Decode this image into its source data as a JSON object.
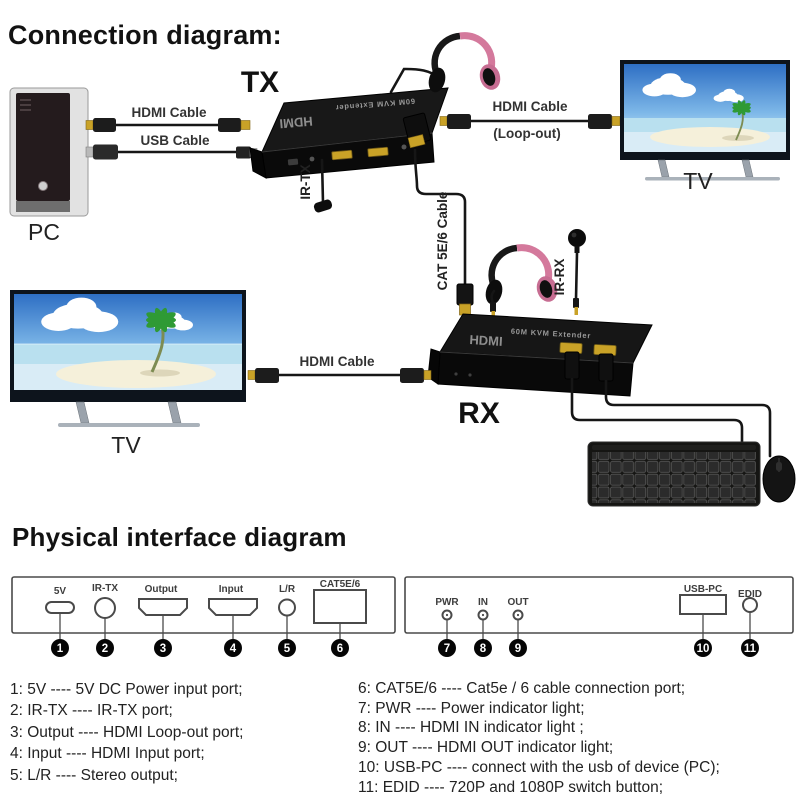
{
  "titles": {
    "connection": "Connection diagram:",
    "physical": "Physical interface diagram"
  },
  "connection": {
    "tx_label": "TX",
    "rx_label": "RX",
    "pc_label": "PC",
    "tv_top_label": "TV",
    "tv_left_label": "TV",
    "cables": {
      "hdmi_pc": "HDMI Cable",
      "usb_pc": "USB Cable",
      "loopout_line1": "HDMI Cable",
      "loopout_line2": "(Loop-out)",
      "cat": "CAT 5E/6 Cable",
      "hdmi_tv": "HDMI Cable"
    },
    "ir": {
      "tx": "IR-TX",
      "rx": "IR-RX"
    },
    "device": {
      "logo": "HDMI",
      "name": "60M KVM Extender"
    }
  },
  "physical": {
    "tx_panel": {
      "ports": [
        {
          "num": "1",
          "label": "5V"
        },
        {
          "num": "2",
          "label": "IR-TX"
        },
        {
          "num": "3",
          "label": "Output"
        },
        {
          "num": "4",
          "label": "Input"
        },
        {
          "num": "5",
          "label": "L/R"
        },
        {
          "num": "6",
          "label": "CAT5E/6"
        }
      ]
    },
    "rx_panel": {
      "ports": [
        {
          "num": "7",
          "label": "PWR"
        },
        {
          "num": "8",
          "label": "IN"
        },
        {
          "num": "9",
          "label": "OUT"
        },
        {
          "num": "10",
          "label": "USB-PC"
        },
        {
          "num": "11",
          "label": "EDID"
        }
      ]
    }
  },
  "legend": {
    "left": [
      "1:  5V ---- 5V DC Power input port;",
      "2:  IR-TX ---- IR-TX port;",
      "3:  Output ---- HDMI Loop-out port;",
      "4:  Input ---- HDMI Input port;",
      "5:  L/R ---- Stereo output;"
    ],
    "right": [
      "6:  CAT5E/6 ---- Cat5e / 6 cable connection port;",
      "7:  PWR ---- Power indicator light;",
      "8:  IN ---- HDMI IN indicator light ;",
      "9:  OUT ---- HDMI OUT indicator light;",
      "10:  USB-PC ---- connect with the usb of device (PC);",
      "11:  EDID ---- 720P and 1080P switch button;"
    ]
  }
}
